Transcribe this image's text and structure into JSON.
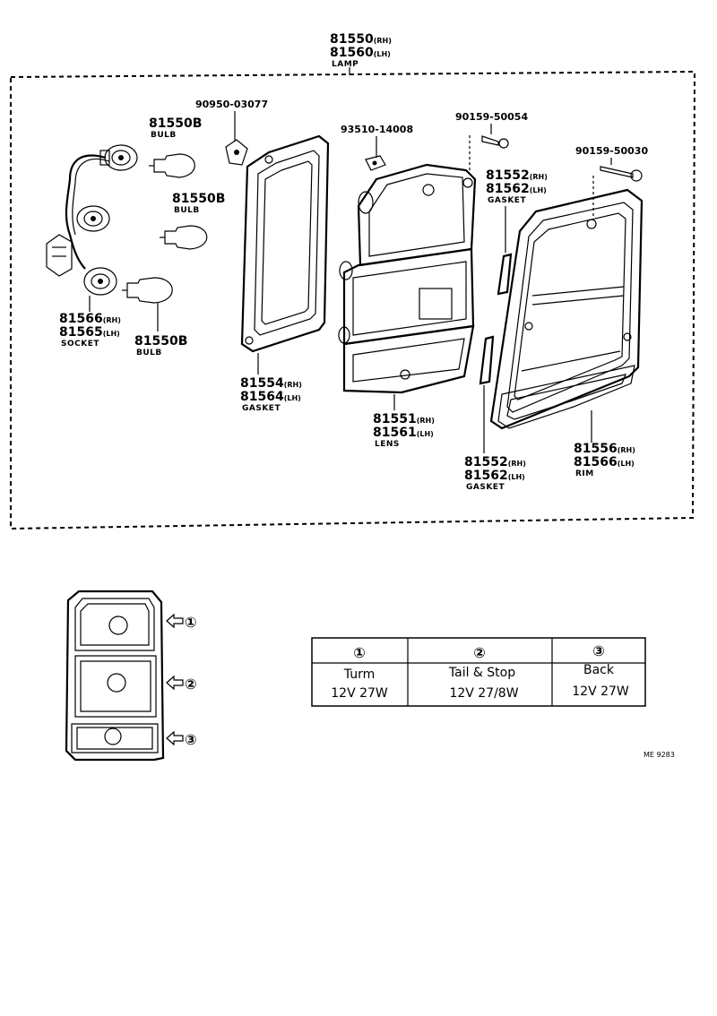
{
  "assembly": {
    "part_number_rh": "81550",
    "suffix_rh": "(RH)",
    "part_number_lh": "81560",
    "suffix_lh": "(LH)",
    "caption": "LAMP"
  },
  "parts": {
    "screw_top": {
      "number": "90950-03077"
    },
    "screw_mid": {
      "number": "93510-14008"
    },
    "screw_right1": {
      "number": "90159-50054"
    },
    "screw_right2": {
      "number": "90159-50030"
    },
    "bulb_a": {
      "number": "81550B",
      "caption": "BULB"
    },
    "bulb_b": {
      "number": "81550B",
      "caption": "BULB"
    },
    "bulb_c": {
      "number": "81550B",
      "caption": "BULB"
    },
    "socket": {
      "rh": "81566",
      "rh_sfx": "(RH)",
      "lh": "81565",
      "lh_sfx": "(LH)",
      "caption": "SOCKET"
    },
    "gasket_frame": {
      "rh": "81554",
      "rh_sfx": "(RH)",
      "lh": "81564",
      "lh_sfx": "(LH)",
      "caption": "GASKET"
    },
    "gasket_upper": {
      "rh": "81552",
      "rh_sfx": "(RH)",
      "lh": "81562",
      "lh_sfx": "(LH)",
      "caption": "GASKET"
    },
    "gasket_lower": {
      "rh": "81552",
      "rh_sfx": "(RH)",
      "lh": "81562",
      "lh_sfx": "(LH)",
      "caption": "GASKET"
    },
    "lens": {
      "rh": "81551",
      "rh_sfx": "(RH)",
      "lh": "81561",
      "lh_sfx": "(LH)",
      "caption": "LENS"
    },
    "rim": {
      "rh": "81556",
      "rh_sfx": "(RH)",
      "lh": "81566",
      "lh_sfx": "(LH)",
      "caption": "RIM"
    }
  },
  "legend": {
    "markers": [
      "①",
      "②",
      "③"
    ]
  },
  "bulb_table": {
    "columns": [
      {
        "header": "①",
        "function": "Turm",
        "spec": "12V  27W"
      },
      {
        "header": "②",
        "function": "Tail  &  Stop",
        "spec": "12V  27/8W"
      },
      {
        "header": "③",
        "function": "Back",
        "spec": "12V  27W"
      }
    ]
  },
  "ref_code": "ME  9283"
}
